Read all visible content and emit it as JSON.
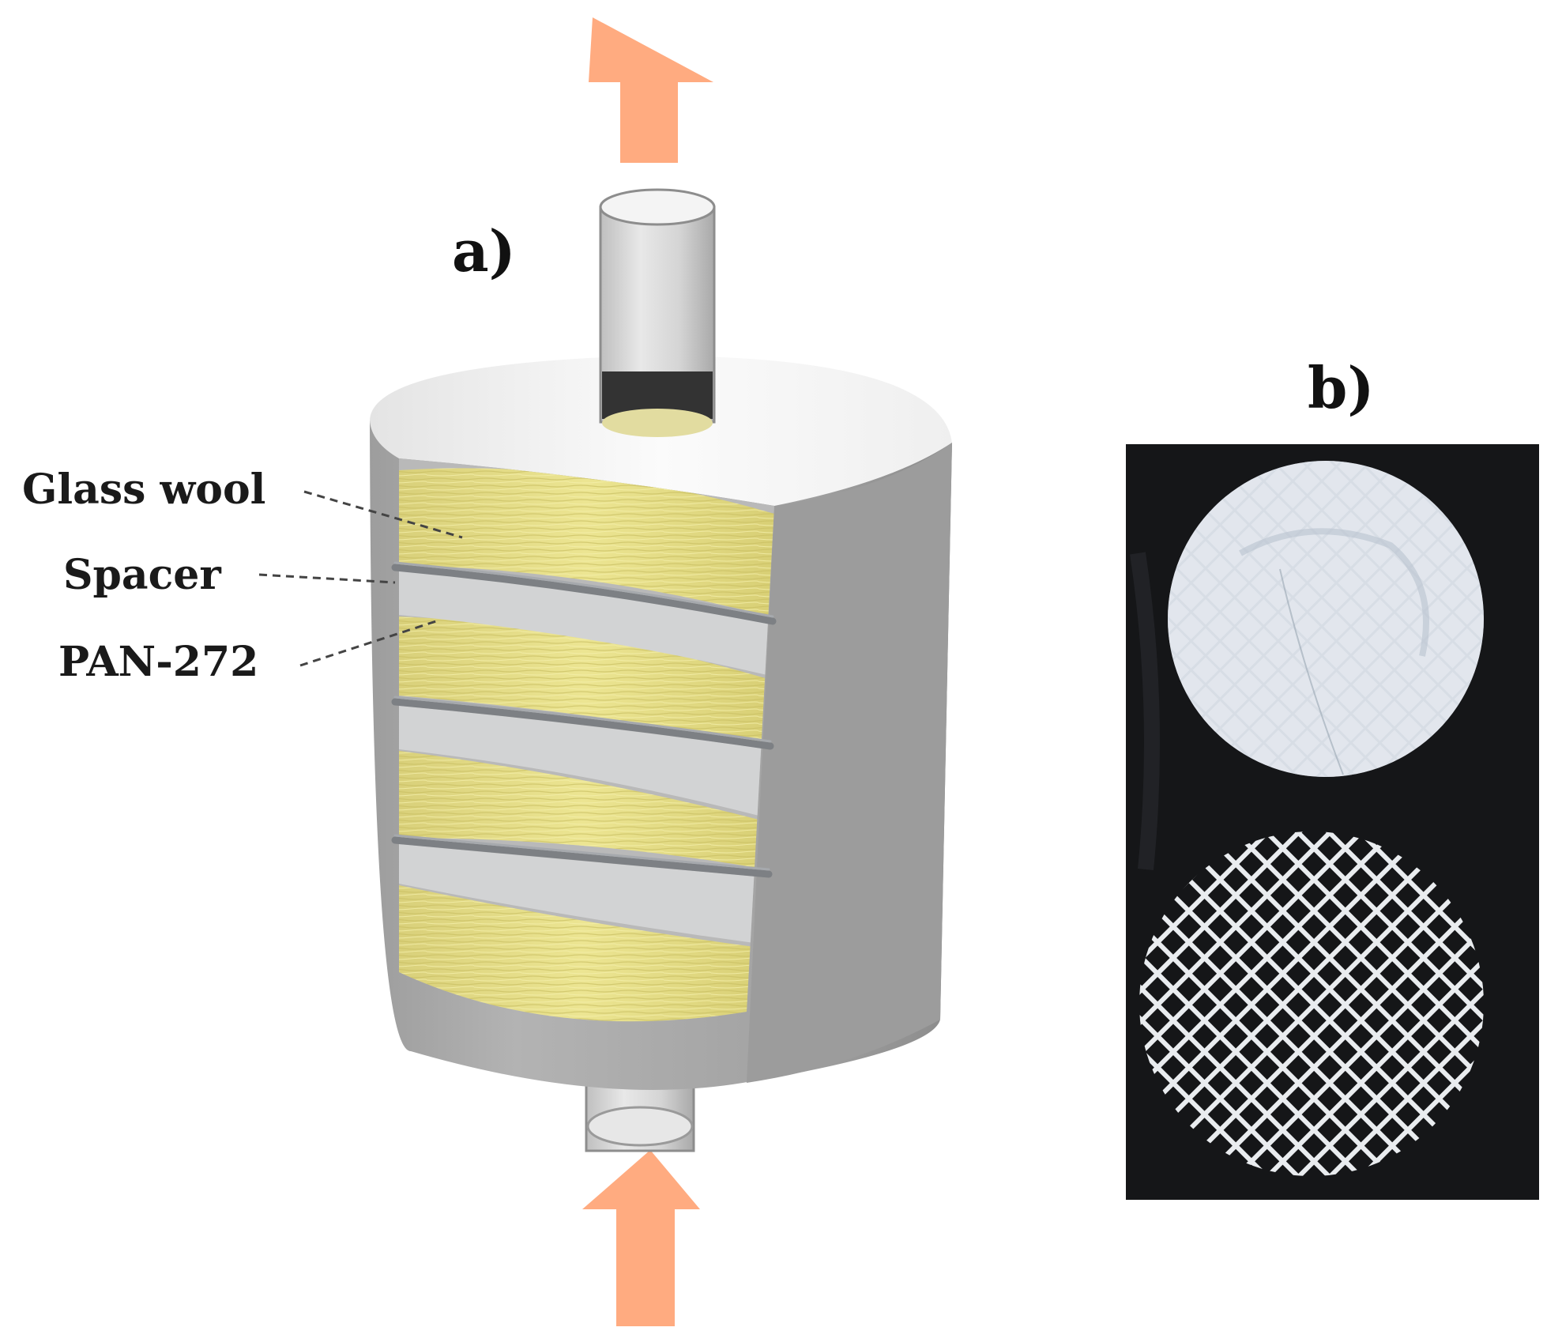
{
  "panels": {
    "a": {
      "label": "a)"
    },
    "b": {
      "label": "b)"
    }
  },
  "callouts": {
    "glass_wool": "Glass wool",
    "spacer": "Spacer",
    "pan": "PAN-272"
  },
  "colors": {
    "arrow": "#ffab80",
    "housing": "#a8a8a8",
    "housing_dark": "#8f8f8f",
    "housing_top": "#f2f2f2",
    "glass_wool": "#e6e08a",
    "spacer_ring": "#8a8d90",
    "pan_band": "#d2d3d4",
    "photo_bg": "#121315",
    "filter_disc": "#dfe4ea",
    "mesh": "#e9ecef"
  },
  "icons": [
    "flow-out-arrow-icon",
    "flow-in-arrow-icon"
  ]
}
